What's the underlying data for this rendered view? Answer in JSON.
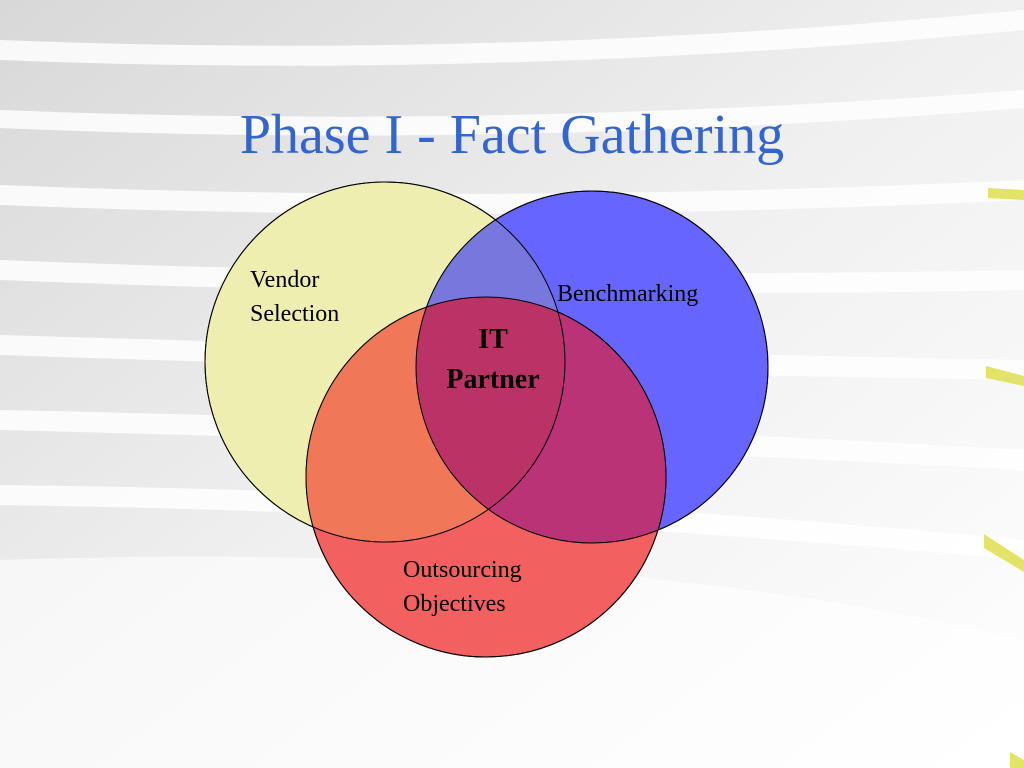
{
  "slide": {
    "title": "Phase I - Fact Gathering"
  },
  "diagram": {
    "type": "venn",
    "sets": [
      {
        "label_lines": [
          "Vendor",
          "Selection"
        ],
        "color": "#eeeeb0"
      },
      {
        "label_lines": [
          "Benchmarking"
        ],
        "color": "#6666ff"
      },
      {
        "label_lines": [
          "Outsourcing",
          "Objectives"
        ],
        "color": "#f26060"
      }
    ],
    "intersection": {
      "label_lines": [
        "IT",
        "Partner"
      ],
      "color": "#bb3366"
    }
  },
  "colors": {
    "title": "#3366cc",
    "accent_bullet": "#e3e36a"
  }
}
